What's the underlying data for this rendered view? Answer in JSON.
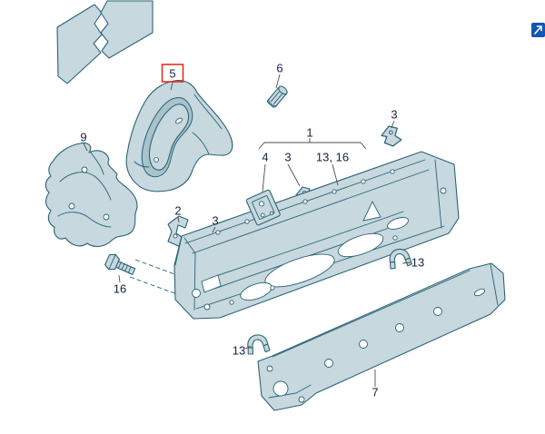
{
  "colors": {
    "background": "#ffffff",
    "line-color": "#2a6374",
    "part-fill": "#c7d8de",
    "part-shade": "#a9c2cb",
    "leader-color": "#4d4d4d",
    "text-color": "#14233f",
    "highlight-color": "#e2231a",
    "icon-blue": "#1257b5"
  },
  "callouts": [
    {
      "text": "5",
      "highlighted": true
    },
    {
      "text": "6"
    },
    {
      "text": "9"
    },
    {
      "text": "2"
    },
    {
      "text": "3"
    },
    {
      "text": "16"
    },
    {
      "text": "1"
    },
    {
      "text": "4"
    },
    {
      "text": "3"
    },
    {
      "text": "13, 16"
    },
    {
      "text": "3"
    },
    {
      "text": "13"
    },
    {
      "text": "13"
    },
    {
      "text": "7"
    }
  ],
  "icon": {
    "name": "nav-arrow"
  }
}
